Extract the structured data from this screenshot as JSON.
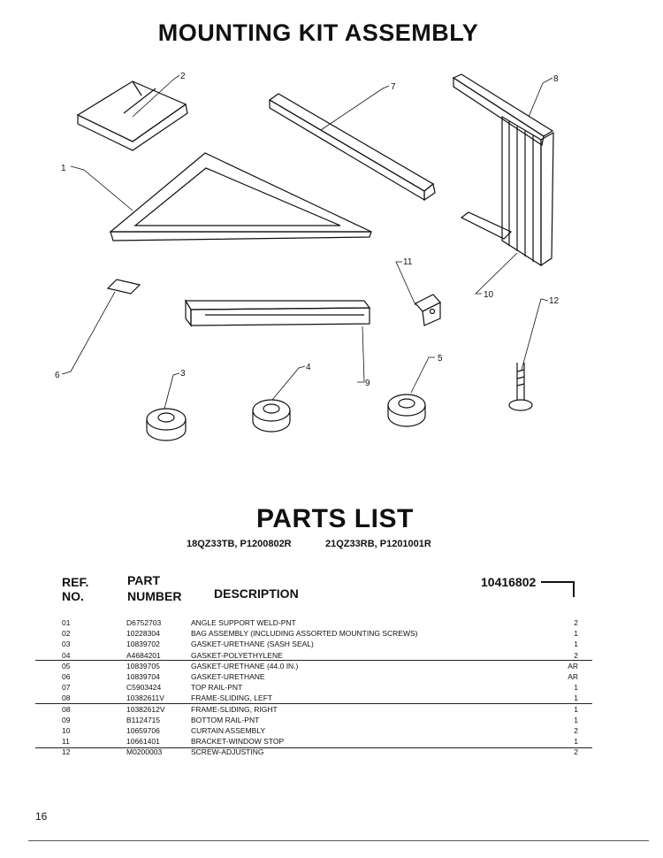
{
  "page_title": "MOUNTING KIT ASSEMBLY",
  "diagram_labels": [
    "1",
    "2",
    "3",
    "4",
    "5",
    "6",
    "7",
    "8",
    "9",
    "10",
    "11",
    "12"
  ],
  "parts_title": "PARTS LIST",
  "models": [
    "18QZ33TB, P1200802R",
    "21QZ33RB, P1201001R"
  ],
  "headers": {
    "ref_line1": "REF.",
    "ref_line2": "NO.",
    "part_line1": "PART",
    "part_line2": "NUMBER",
    "description": "DESCRIPTION"
  },
  "doc_number": "10416802",
  "rows": [
    {
      "ref": "01",
      "part": "D6752703",
      "desc": "ANGLE SUPPORT WELD-PNT",
      "qty": "2"
    },
    {
      "ref": "02",
      "part": "10228304",
      "desc": "BAG ASSEMBLY (INCLUDING ASSORTED MOUNTING SCREWS)",
      "qty": "1"
    },
    {
      "ref": "03",
      "part": "10839702",
      "desc": "GASKET-URETHANE (SASH SEAL)",
      "qty": "1"
    },
    {
      "ref": "04",
      "part": "A4684201",
      "desc": "GASKET-POLYETHYLENE",
      "qty": "2"
    },
    {
      "ref": "05",
      "part": "10839705",
      "desc": "GASKET-URETHANE (44.0 IN.)",
      "qty": "AR"
    },
    {
      "ref": "06",
      "part": "10839704",
      "desc": "GASKET-URETHANE",
      "qty": "AR"
    },
    {
      "ref": "07",
      "part": "C5903424",
      "desc": "TOP RAIL-PNT",
      "qty": "1"
    },
    {
      "ref": "08",
      "part": "10382611V",
      "desc": "FRAME-SLIDING, LEFT",
      "qty": "1"
    },
    {
      "ref": "08",
      "part": "10382612V",
      "desc": "FRAME-SLIDING, RIGHT",
      "qty": "1"
    },
    {
      "ref": "09",
      "part": "B1124715",
      "desc": "BOTTOM RAIL-PNT",
      "qty": "1"
    },
    {
      "ref": "10",
      "part": "10659706",
      "desc": "CURTAIN ASSEMBLY",
      "qty": "2"
    },
    {
      "ref": "11",
      "part": "10661401",
      "desc": "BRACKET-WINDOW STOP",
      "qty": "1"
    },
    {
      "ref": "12",
      "part": "M0200003",
      "desc": "SCREW-ADJUSTING",
      "qty": "2"
    }
  ],
  "page_number": "16"
}
